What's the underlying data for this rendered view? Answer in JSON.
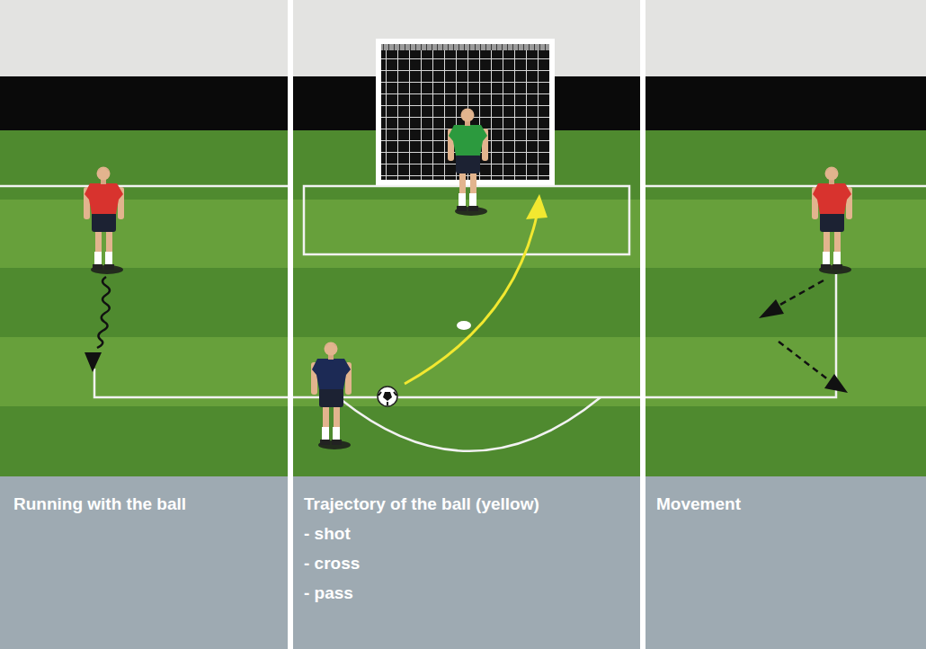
{
  "diagram": {
    "nodes": [
      {
        "text": [
          "Running with the ball"
        ]
      },
      {
        "text": [
          "Trajectory of the ball (yellow)",
          "- shot",
          "- cross",
          "- pass"
        ]
      },
      {
        "text": [
          "Movement"
        ]
      }
    ]
  }
}
